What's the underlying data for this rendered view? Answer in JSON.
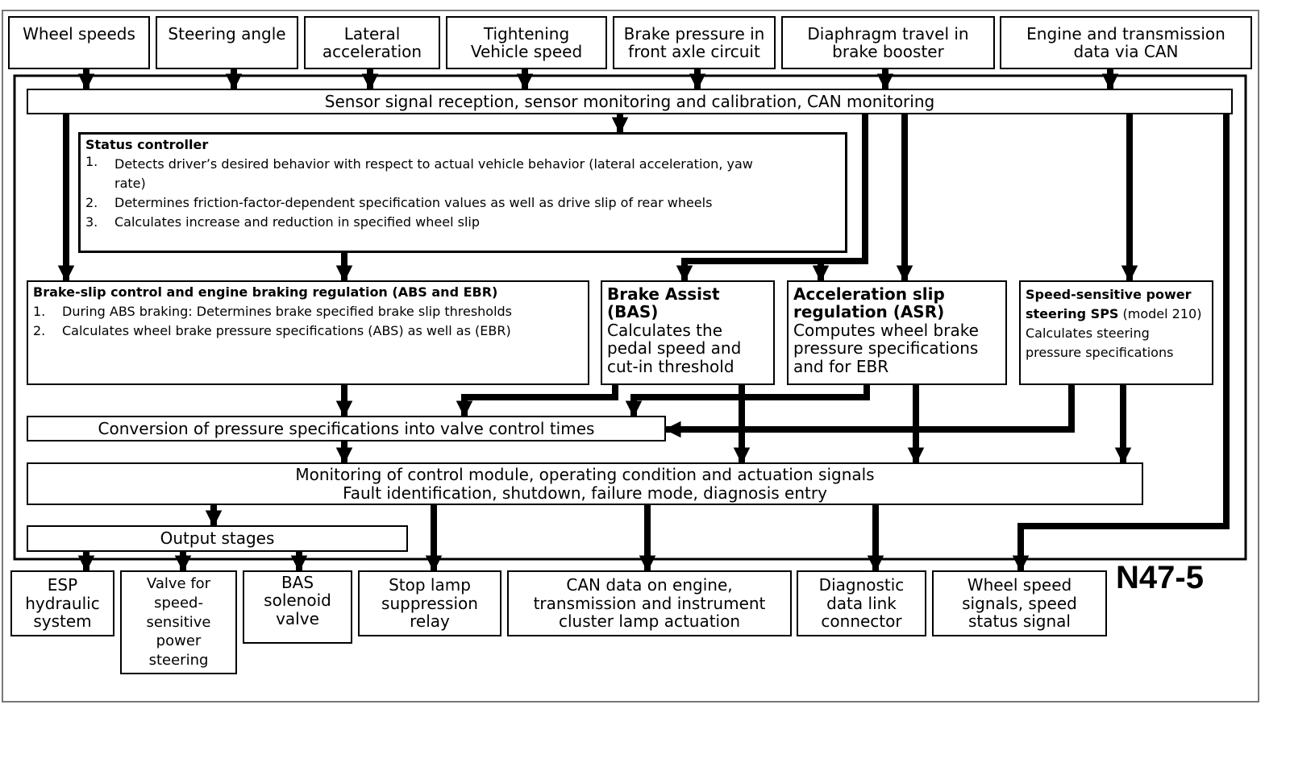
{
  "inputs": {
    "wheel_speeds": "Wheel speeds",
    "steering_angle": "Steering angle",
    "lateral_acceleration": [
      "Lateral",
      "acceleration"
    ],
    "vehicle_speed": [
      "Tightening",
      "Vehicle speed"
    ],
    "brake_pressure": [
      "Brake pressure in",
      "front axle circuit"
    ],
    "diaphragm_travel": [
      "Diaphragm travel in",
      "brake booster"
    ],
    "engine_transmission": [
      "Engine and transmission",
      "data via CAN"
    ]
  },
  "sensor_reception": "Sensor signal reception, sensor monitoring and calibration, CAN monitoring",
  "status_controller": {
    "title": "Status controller",
    "items": [
      {
        "num": "1.",
        "lines": [
          "Detects driver’s desired behavior with respect to actual vehicle behavior (lateral acceleration, yaw",
          "rate)"
        ]
      },
      {
        "num": "2.",
        "lines": [
          "Determines friction-factor-dependent specification values as well as drive slip of rear wheels"
        ]
      },
      {
        "num": "3.",
        "lines": [
          "Calculates increase and reduction in specified wheel slip"
        ]
      }
    ]
  },
  "abs_ebr": {
    "title": "Brake-slip control and engine braking regulation (ABS and EBR)",
    "items": [
      {
        "num": "1.",
        "text": "During ABS braking: Determines brake specified brake slip thresholds"
      },
      {
        "num": "2.",
        "text": "Calculates wheel brake pressure specifications (ABS) as well as (EBR)"
      }
    ]
  },
  "bas": {
    "title": "Brake Assist (BAS)",
    "lines": [
      "Calculates the",
      "pedal speed and",
      "cut-in threshold"
    ]
  },
  "asr": {
    "title_lines": [
      "Acceleration slip",
      "regulation (ASR)"
    ],
    "lines": [
      "Computes wheel brake",
      "pressure specifications",
      "and for EBR"
    ]
  },
  "sps": {
    "title_line1": "Speed-sensitive power",
    "title_line2_bold": "steering SPS",
    "title_line2_rest": " (model 210)",
    "lines": [
      "Calculates steering",
      "pressure specifications"
    ]
  },
  "conversion": "Conversion of pressure specifications into valve control times",
  "monitoring": [
    "Monitoring of control module, operating condition and actuation signals",
    "Fault identification, shutdown, failure mode, diagnosis entry"
  ],
  "output_stages": "Output stages",
  "outputs": {
    "esp_hydraulic": [
      "ESP",
      "hydraulic",
      "system"
    ],
    "sps_valve": [
      "Valve for",
      "speed-",
      "sensitive",
      "power",
      "steering"
    ],
    "bas_valve": [
      "BAS",
      "solenoid",
      "valve"
    ],
    "stop_lamp": [
      "Stop lamp",
      "suppression",
      "relay"
    ],
    "can_data": [
      "CAN data on engine,",
      "transmission and instrument",
      "cluster lamp actuation"
    ],
    "diagnostic": [
      "Diagnostic",
      "data link",
      "connector"
    ],
    "wheel_speed_signals": [
      "Wheel speed",
      "signals, speed",
      "status signal"
    ]
  },
  "module_label": "N47-5"
}
